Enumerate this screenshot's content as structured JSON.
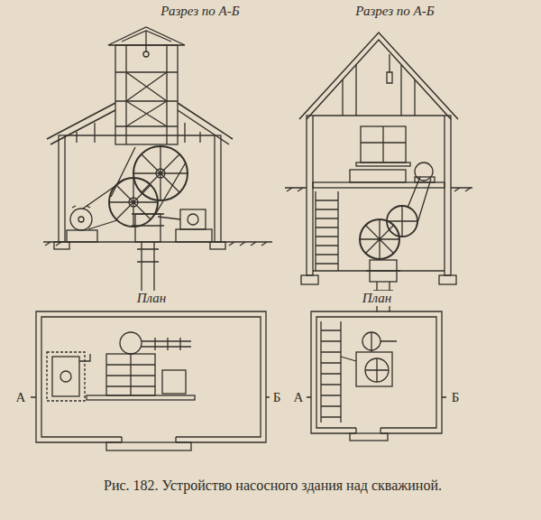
{
  "diagram": {
    "caption": "Рис. 182. Устройство насосного здания над скважиной.",
    "labels": [
      "Разрез по А-Б",
      "Разрез по А-Б",
      "План",
      "План",
      "А",
      "Б",
      "А",
      "Б"
    ]
  }
}
